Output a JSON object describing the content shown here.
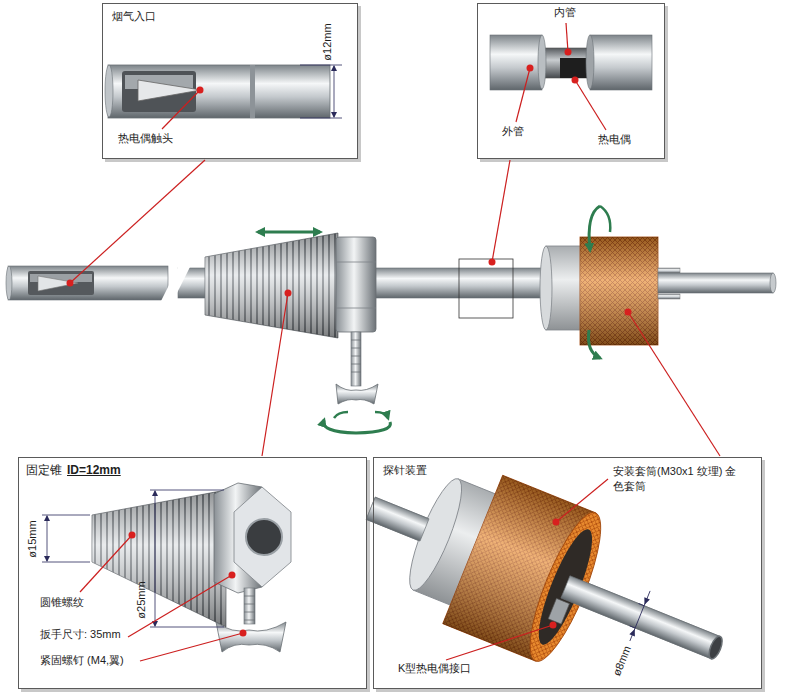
{
  "diagram": {
    "nodes": [
      {
        "text": [
          "烟气入口",
          "ø12mm",
          "热电偶触头"
        ]
      },
      {
        "text": [
          "内管",
          "外管",
          "热电偶"
        ]
      },
      {
        "text": [
          "固定锥",
          "ID=12mm",
          "ø15mm",
          "ø25mm",
          "圆锥螺纹",
          "扳手尺寸: 35mm",
          "紧固螺钉 (M4,翼)"
        ]
      },
      {
        "text": [
          "探针装置",
          "安装套筒(M30x1 纹理) 金色套筒",
          "ø8mm",
          "K型热电偶接口"
        ]
      }
    ]
  }
}
